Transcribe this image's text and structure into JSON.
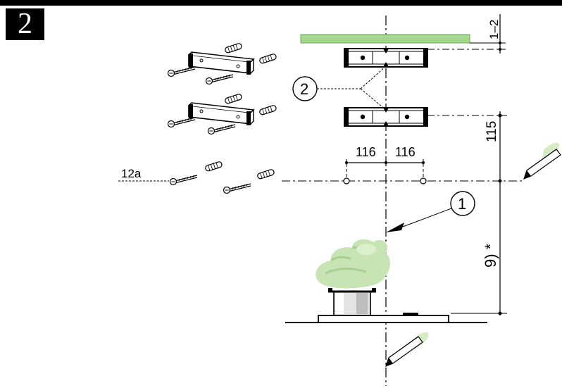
{
  "step_number": "2",
  "labels": {
    "gap": "1–2",
    "height_115": "115",
    "spacing_left": "116",
    "spacing_right": "116",
    "part_12a": "12a",
    "callout_1": "1",
    "callout_2": "2",
    "distance_note": "9) *"
  },
  "colors": {
    "shelf_green": "#a6d78f",
    "steam_green": "#c8e3b4",
    "pencil_green": "#d6ecc6",
    "line": "#000000"
  },
  "icons": [
    "wall-bracket-icon",
    "screw-icon",
    "wall-plug-icon",
    "pencil-icon",
    "cooking-pot-icon",
    "steam-icon",
    "hob-icon"
  ]
}
